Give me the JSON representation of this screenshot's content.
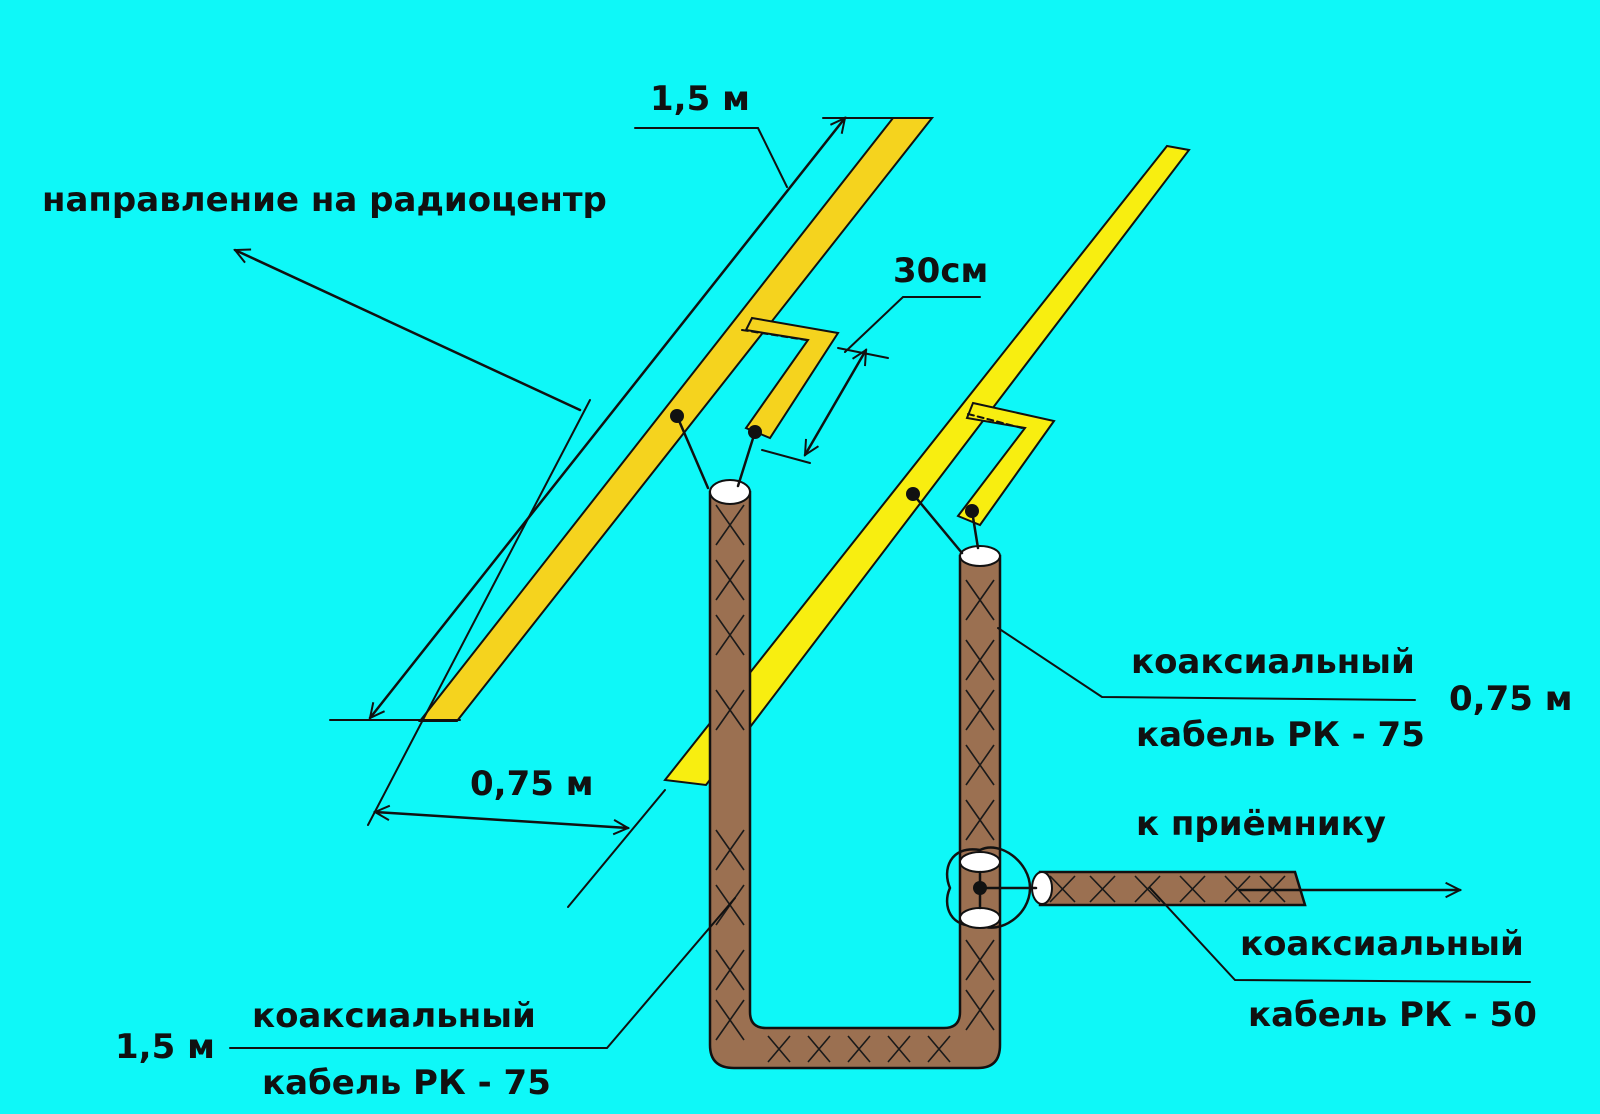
{
  "labels": {
    "direction": "направление на радиоцентр",
    "dim_length_top": "1,5 м",
    "dim_gap": "30см",
    "dim_spacing": "0,75 м",
    "dim_cable_right": "0,75 м",
    "cable_right_line1": "коаксиальный",
    "cable_right_line2": "кабель РК - 75",
    "to_receiver": "к приёмнику",
    "cable_out_line1": "коаксиальный",
    "cable_out_line2": "кабель РК - 50",
    "dim_cable_left": "1,5 м",
    "cable_left_line1": "коаксиальный",
    "cable_left_line2": "кабель РК - 75"
  },
  "colors": {
    "background": "#0ef8f8",
    "dipole_left": "#f5d31e",
    "dipole_right": "#f8ee10",
    "cable": "#9b7051",
    "cable_end": "#ffffff",
    "ink": "#111111"
  }
}
